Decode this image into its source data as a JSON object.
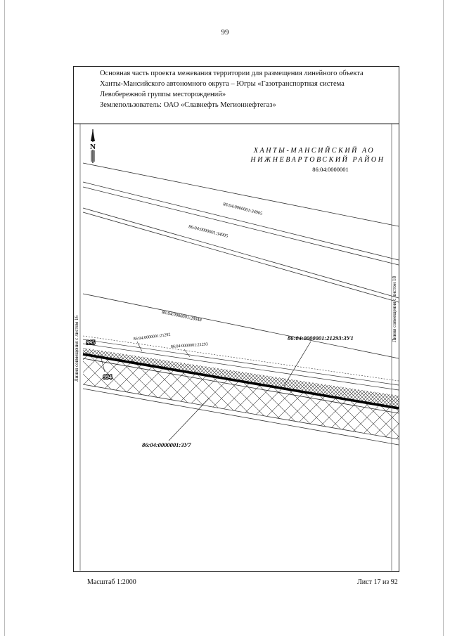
{
  "page_number": "99",
  "header": {
    "lines": [
      "Основная часть проекта межевания территории для размещения линейного объекта",
      "Ханты-Мансийского автономного округа – Югры «Газотранспортная система",
      "Левобережной группы месторождений»",
      "Землепользователь: ОАО «Славнефть Мегионнефтегаз»"
    ]
  },
  "map": {
    "north": "N",
    "region_line1": "ХАНТЫ-МАНСИЙСКИЙ АО",
    "region_line2": "НИЖНЕВАРТОВСКИЙ РАЙОН",
    "region_code": "86:04:0000001",
    "parcel_labels": {
      "p1": "86:04:0000001:34905",
      "p2": "86:04:0000001:34905",
      "p3": "86:04:0000001:28048",
      "p4": "86:04:0000001:21292",
      "p5": "86:04:0000001:21293"
    },
    "zu1_label": "86:04:0000001:21293:ЗУ1",
    "zu7_label": "86:04:0000001:ЗУ7",
    "points": {
      "pt995": "995",
      "pt994": "994"
    },
    "left_edge_text": "Линия совмещения с листом 16",
    "right_edge_text": "Линия совмещения с листом 18"
  },
  "footer": {
    "scale": "Масштаб 1:2000",
    "sheet": "Лист 17 из 92"
  }
}
